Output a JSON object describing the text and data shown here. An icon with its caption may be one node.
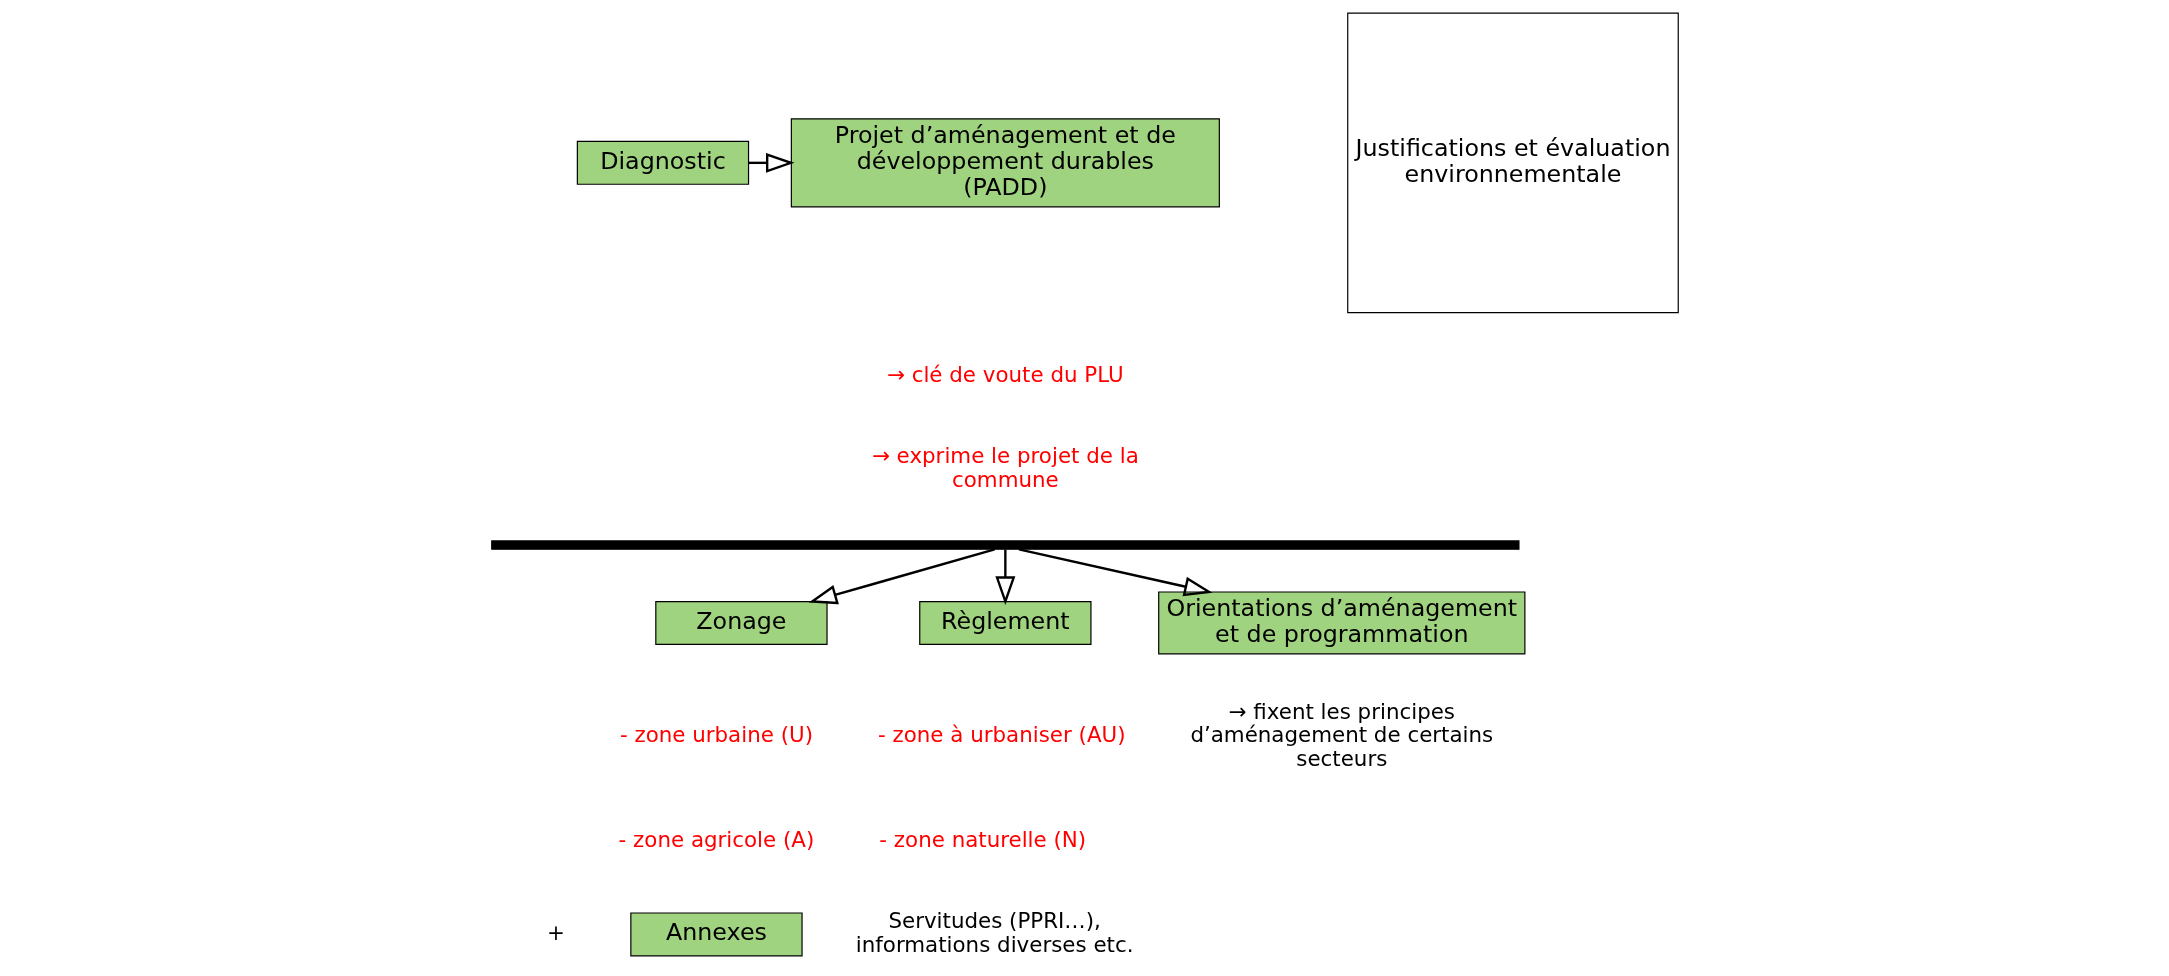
{
  "diagram": {
    "nodes": [
      {
        "text": [
          "Diagnostic"
        ]
      },
      {
        "text": [
          "Projet d’aménagement et de développement durables (PADD)"
        ],
        "beside": [
          "→ clé de voute du PLU",
          "→ exprime le projet de la commune"
        ]
      },
      {
        "text": [],
        "shape": "bar"
      },
      {
        "text": [
          "Zonage"
        ]
      },
      {
        "text": [
          "Règlement"
        ]
      },
      {
        "text": [
          "Orientations d’aménagement et de programmation"
        ],
        "beside": [
          "→ fixent les principes d’aménagement de certains secteurs"
        ]
      },
      {
        "text": [
          "Annexes"
        ],
        "beside": [
          "Servitudes (PPRI…), informations diverses etc."
        ]
      },
      {
        "text": [
          "Justifications et évaluation environnementale"
        ]
      }
    ],
    "edges": [
      {
        "from": 0,
        "to": 1,
        "arrow": "to"
      },
      {
        "from": 2,
        "to": 3,
        "arrow": "to"
      },
      {
        "from": 2,
        "to": 4,
        "arrow": "to"
      },
      {
        "from": 2,
        "to": 5,
        "arrow": "to"
      }
    ],
    "labels": [
      "- zone urbaine (U)",
      "- zone à urbaniser (AU)",
      "- zone agricole (A)",
      "- zone naturelle (N)",
      "+"
    ]
  }
}
